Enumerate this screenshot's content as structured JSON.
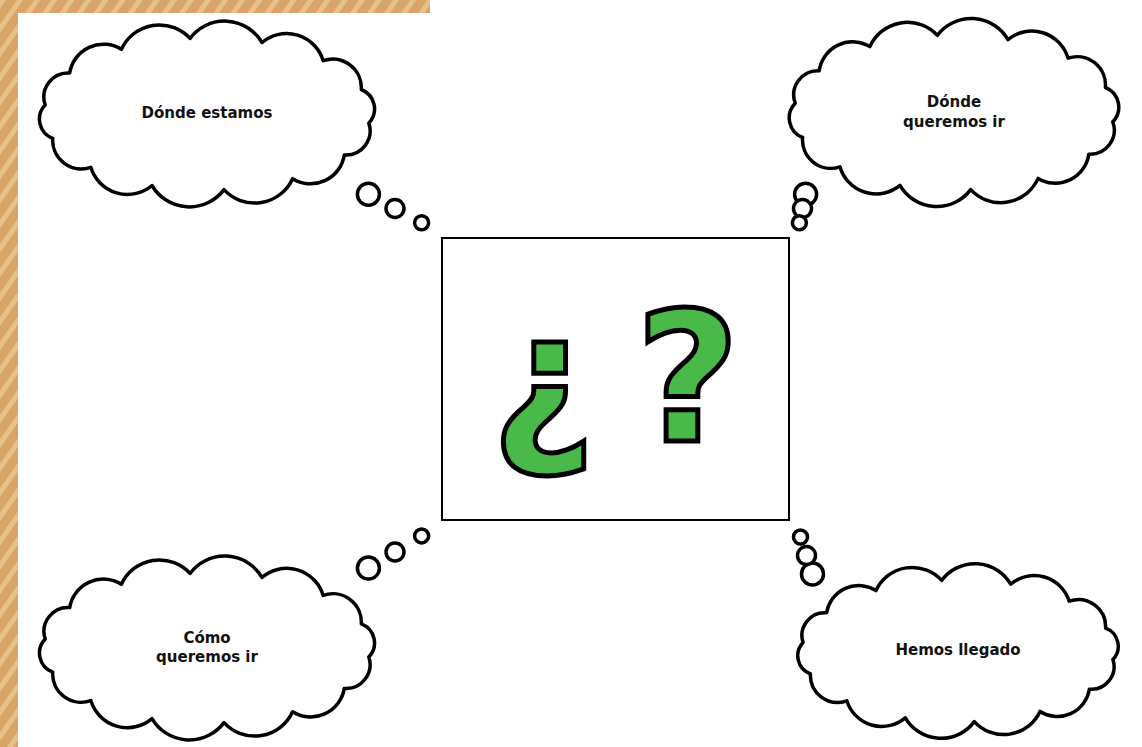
{
  "diagram": {
    "nodes": [
      {
        "text": [
          "Dónde estamos"
        ]
      },
      {
        "text": [
          "Dónde queremos ir"
        ]
      },
      {
        "text": [
          "¿?"
        ]
      },
      {
        "text": [
          "Cómo queremos ir"
        ]
      },
      {
        "text": [
          "Hemos llegado"
        ]
      }
    ],
    "edges": [
      {
        "from": 0,
        "to": 2,
        "arrow": "none"
      },
      {
        "from": 1,
        "to": 2,
        "arrow": "none"
      },
      {
        "from": 3,
        "to": 2,
        "arrow": "none"
      },
      {
        "from": 4,
        "to": 2,
        "arrow": "none"
      }
    ]
  }
}
